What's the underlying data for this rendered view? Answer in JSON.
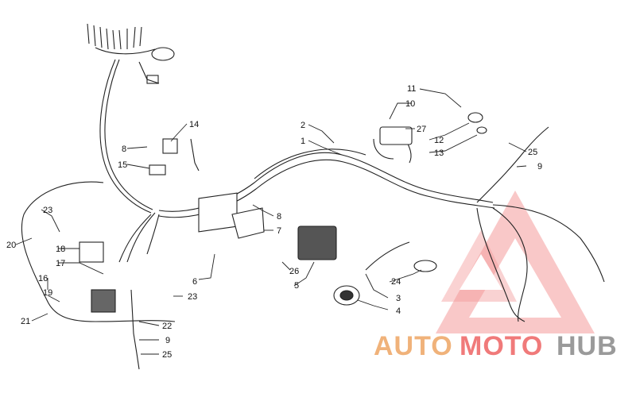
{
  "diagram": {
    "callouts": [
      {
        "id": "c2",
        "label": "2"
      },
      {
        "id": "c1",
        "label": "1"
      },
      {
        "id": "c11",
        "label": "11"
      },
      {
        "id": "c10",
        "label": "10"
      },
      {
        "id": "c27",
        "label": "27"
      },
      {
        "id": "c12",
        "label": "12"
      },
      {
        "id": "c13",
        "label": "13"
      },
      {
        "id": "c14",
        "label": "14"
      },
      {
        "id": "c8a",
        "label": "8"
      },
      {
        "id": "c15",
        "label": "15"
      },
      {
        "id": "c25a",
        "label": "25"
      },
      {
        "id": "c9a",
        "label": "9"
      },
      {
        "id": "c23a",
        "label": "23"
      },
      {
        "id": "c20",
        "label": "20"
      },
      {
        "id": "c18",
        "label": "18"
      },
      {
        "id": "c17",
        "label": "17"
      },
      {
        "id": "c16",
        "label": "16"
      },
      {
        "id": "c19",
        "label": "19"
      },
      {
        "id": "c21",
        "label": "21"
      },
      {
        "id": "c8b",
        "label": "8"
      },
      {
        "id": "c7",
        "label": "7"
      },
      {
        "id": "c6",
        "label": "6"
      },
      {
        "id": "c23b",
        "label": "23"
      },
      {
        "id": "c26",
        "label": "26"
      },
      {
        "id": "c5",
        "label": "5"
      },
      {
        "id": "c24",
        "label": "24"
      },
      {
        "id": "c3",
        "label": "3"
      },
      {
        "id": "c4",
        "label": "4"
      },
      {
        "id": "c22",
        "label": "22"
      },
      {
        "id": "c9b",
        "label": "9"
      },
      {
        "id": "c25b",
        "label": "25"
      }
    ]
  },
  "watermark": {
    "part1": "AUTO",
    "part2": "MOTO",
    "part3": "HUB",
    "color_orange": "#f0b27a",
    "color_red": "#f07a7a",
    "color_gray": "#9a9a9a"
  }
}
